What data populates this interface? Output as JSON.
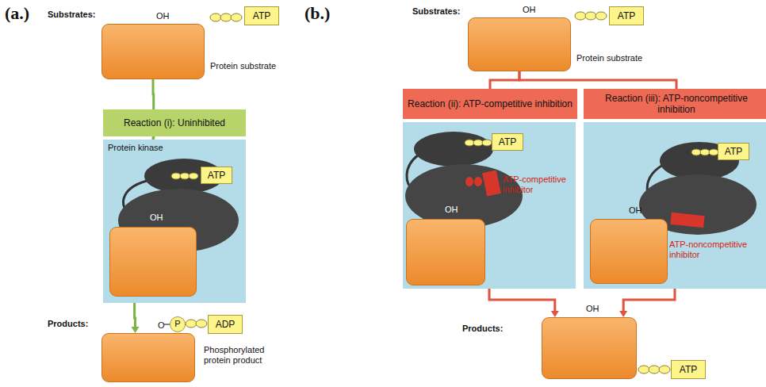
{
  "diagram": {
    "nodes": [
      {
        "text": [
          "OH",
          "Protein substrate"
        ]
      },
      {
        "text": [
          "ATP"
        ]
      },
      {
        "text": [
          "Reaction (i): Uninhibited"
        ]
      },
      {
        "text": [
          "Protein kinase"
        ]
      },
      {
        "text": [
          "ATP"
        ],
        "in": 3
      },
      {
        "text": [
          "OH"
        ],
        "in": 3
      },
      {
        "text": [
          "O",
          "Phosphorylated protein product"
        ]
      },
      {
        "text": [
          "P"
        ]
      },
      {
        "text": [
          "ADP"
        ]
      },
      {
        "text": [
          "OH",
          "Protein substrate"
        ]
      },
      {
        "text": [
          "ATP"
        ]
      },
      {
        "text": [
          "Reaction (ii): ATP-competitive inhibition"
        ]
      },
      {
        "text": [
          "Reaction (iii): ATP-noncompetitive inhibition"
        ]
      },
      {
        "text": [
          "ATP-competitive inhibitor"
        ]
      },
      {
        "text": [
          "ATP"
        ],
        "in": 13
      },
      {
        "text": [
          "OH"
        ],
        "in": 13
      },
      {
        "text": [
          "ATP-noncompetitive inhibitor"
        ]
      },
      {
        "text": [
          "ATP"
        ],
        "in": 16
      },
      {
        "text": [
          "OH"
        ],
        "in": 16
      },
      {
        "text": [
          "OH"
        ]
      },
      {
        "text": [
          "ATP"
        ]
      }
    ],
    "edges": [
      {
        "from": 0,
        "to": 2,
        "arrow": "none"
      },
      {
        "from": 2,
        "to": 3,
        "arrow": "none"
      },
      {
        "from": 3,
        "to": 6,
        "arrow": "to"
      },
      {
        "from": 9,
        "to": 11,
        "arrow": "none"
      },
      {
        "from": 9,
        "to": 12,
        "arrow": "none"
      },
      {
        "from": 13,
        "to": 19,
        "arrow": "to"
      },
      {
        "from": 16,
        "to": 19,
        "arrow": "to"
      }
    ],
    "labels": [
      "(a.)",
      "(b.)",
      "Substrates:",
      "Products:",
      "Substrates:",
      "Products:"
    ]
  }
}
